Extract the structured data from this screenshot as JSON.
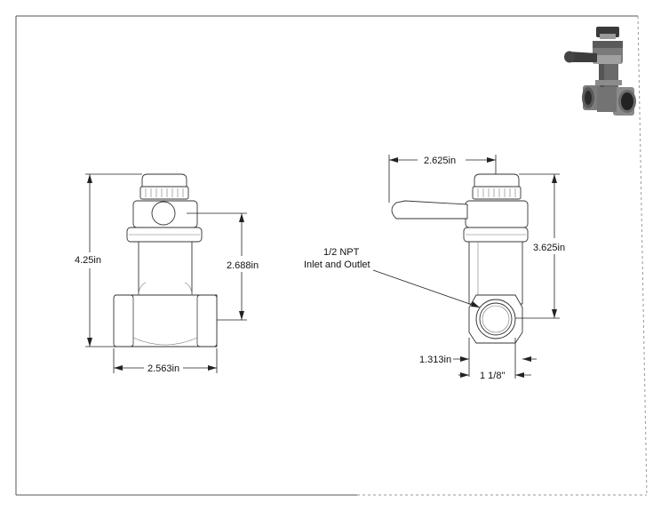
{
  "dimensions": {
    "height_total": "4.25in",
    "height_center": "2.688in",
    "width_base": "2.563in",
    "handle_width": "2.625in",
    "height_right": "3.625in",
    "offset": "1.313in",
    "pipe_size": "1 1/8\""
  },
  "callout": {
    "line1": "1/2 NPT",
    "line2": "Inlet and Outlet"
  },
  "colors": {
    "line": "#222222",
    "render_dark": "#3a3a3a",
    "render_mid": "#8a8a8a",
    "render_light": "#d9d9d9"
  }
}
